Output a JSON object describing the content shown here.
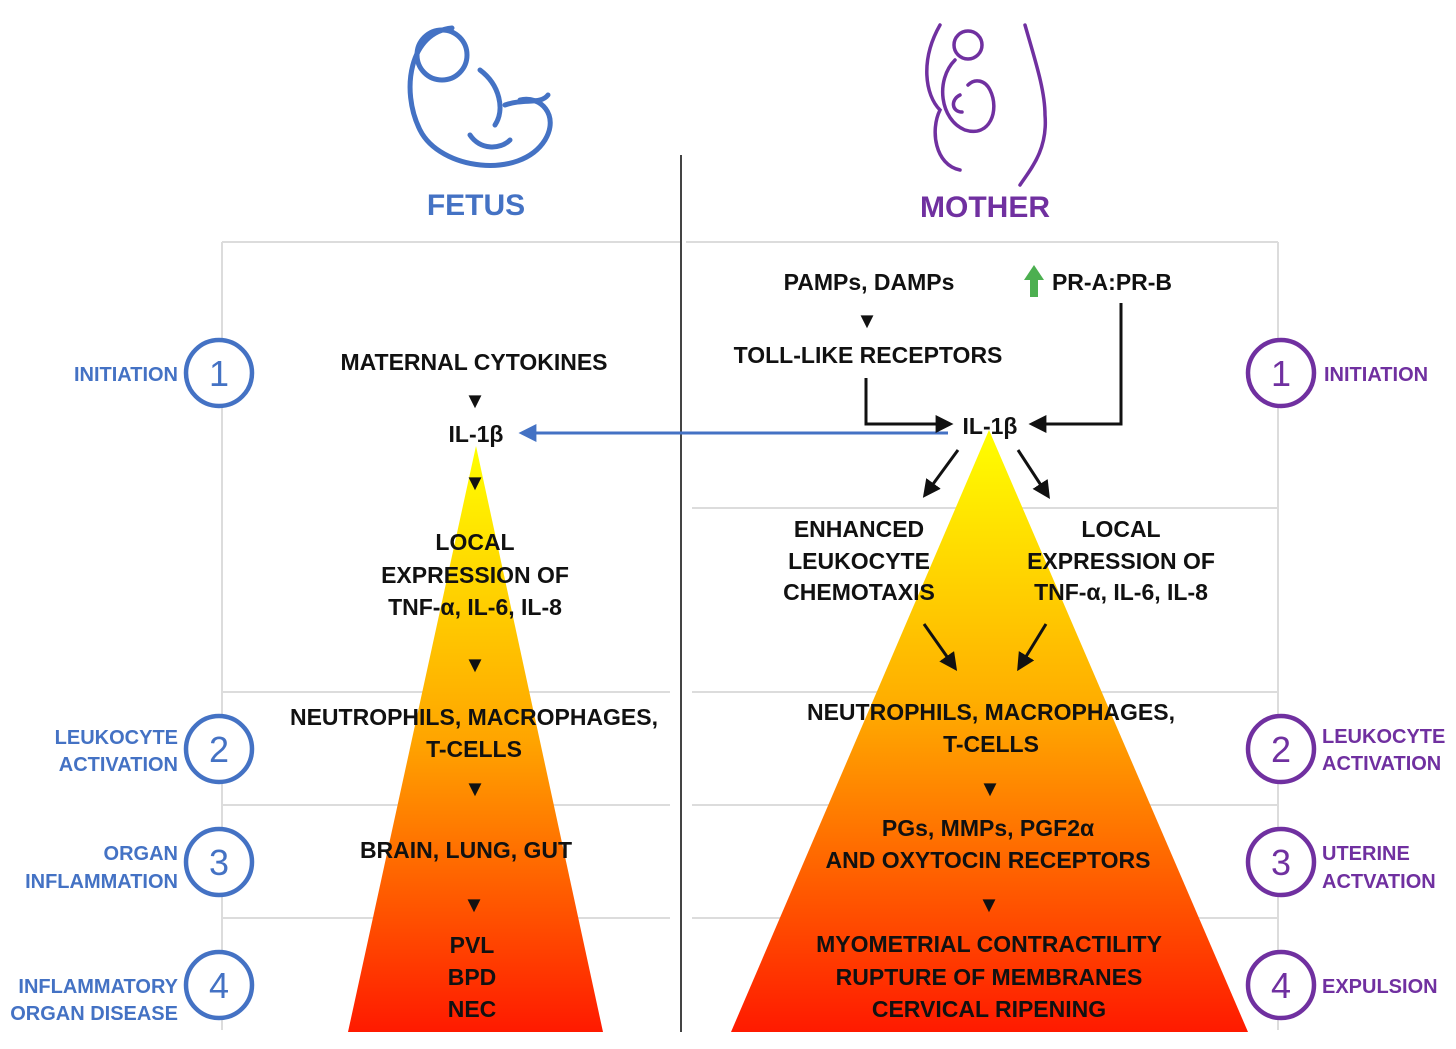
{
  "colors": {
    "fetus": "#4472c4",
    "mother": "#7030a0",
    "gradient_top": "#ffff00",
    "gradient_mid": "#ffa500",
    "gradient_bottom": "#ff0000",
    "arrow_up": "#4caf50"
  },
  "icons": {
    "fetus": "fetus-icon",
    "mother": "pregnant-mother-icon",
    "up": "green-up-arrow-icon"
  },
  "fetus": {
    "title": "FETUS",
    "maternal_cytokines": "MATERNAL CYTOKINES",
    "il1b": "IL-1β",
    "local_expression": [
      "LOCAL",
      "EXPRESSION OF",
      "TNF-α, IL-6, IL-8"
    ],
    "leukocytes": [
      "NEUTROPHILS, MACROPHAGES,",
      "T-CELLS"
    ],
    "organs": "BRAIN, LUNG, GUT",
    "diseases": [
      "PVL",
      "BPD",
      "NEC"
    ],
    "stages": [
      {
        "num": "1",
        "label": [
          "INITIATION"
        ]
      },
      {
        "num": "2",
        "label": [
          "LEUKOCYTE",
          "ACTIVATION"
        ]
      },
      {
        "num": "3",
        "label": [
          "ORGAN",
          "INFLAMMATION"
        ]
      },
      {
        "num": "4",
        "label": [
          "INFLAMMATORY",
          "ORGAN DISEASE"
        ]
      }
    ]
  },
  "mother": {
    "title": "MOTHER",
    "pamps": "PAMPs, DAMPs",
    "pr_ratio": "PR-A:PR-B",
    "toll": "TOLL-LIKE RECEPTORS",
    "il1b": "IL-1β",
    "chemotaxis": [
      "ENHANCED",
      "LEUKOCYTE",
      "CHEMOTAXIS"
    ],
    "local_expression": [
      "LOCAL",
      "EXPRESSION OF",
      "TNF-α, IL-6, IL-8"
    ],
    "leukocytes": [
      "NEUTROPHILS, MACROPHAGES,",
      "T-CELLS"
    ],
    "uterine": [
      "PGs, MMPs, PGF2α",
      "AND OXYTOCIN RECEPTORS"
    ],
    "outcomes": [
      "MYOMETRIAL CONTRACTILITY",
      "RUPTURE OF MEMBRANES",
      "CERVICAL RIPENING"
    ],
    "stages": [
      {
        "num": "1",
        "label": [
          "INITIATION"
        ]
      },
      {
        "num": "2",
        "label": [
          "LEUKOCYTE",
          "ACTIVATION"
        ]
      },
      {
        "num": "3",
        "label": [
          "UTERINE",
          "ACTVATION"
        ]
      },
      {
        "num": "4",
        "label": [
          "EXPULSION"
        ]
      }
    ]
  }
}
